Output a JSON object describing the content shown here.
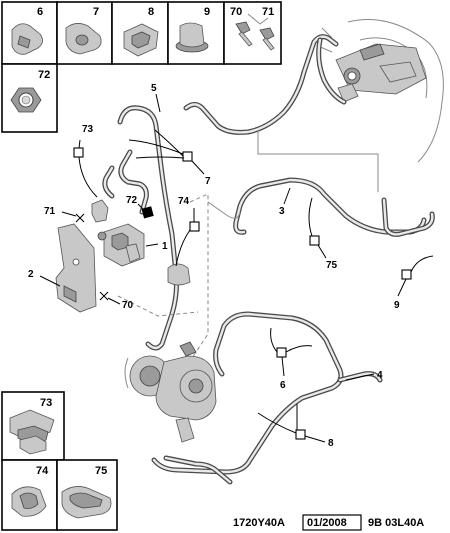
{
  "parts_top": [
    {
      "num": "6"
    },
    {
      "num": "7"
    },
    {
      "num": "8"
    },
    {
      "num": "9"
    },
    {
      "num": "70"
    },
    {
      "num": "71"
    }
  ],
  "part_72": "72",
  "parts_bottom": [
    {
      "num": "73"
    },
    {
      "num": "74"
    },
    {
      "num": "75"
    }
  ],
  "callouts": {
    "c1": "1",
    "c2": "2",
    "c3": "3",
    "c4": "4",
    "c5": "5",
    "c6": "6",
    "c7": "7",
    "c8": "8",
    "c9": "9",
    "c70": "70",
    "c71": "71",
    "c72": "72",
    "c73": "73",
    "c74": "74",
    "c75": "75"
  },
  "footer": {
    "code": "1720Y40A",
    "date": "01/2008",
    "ref": "9B 03L40A"
  }
}
